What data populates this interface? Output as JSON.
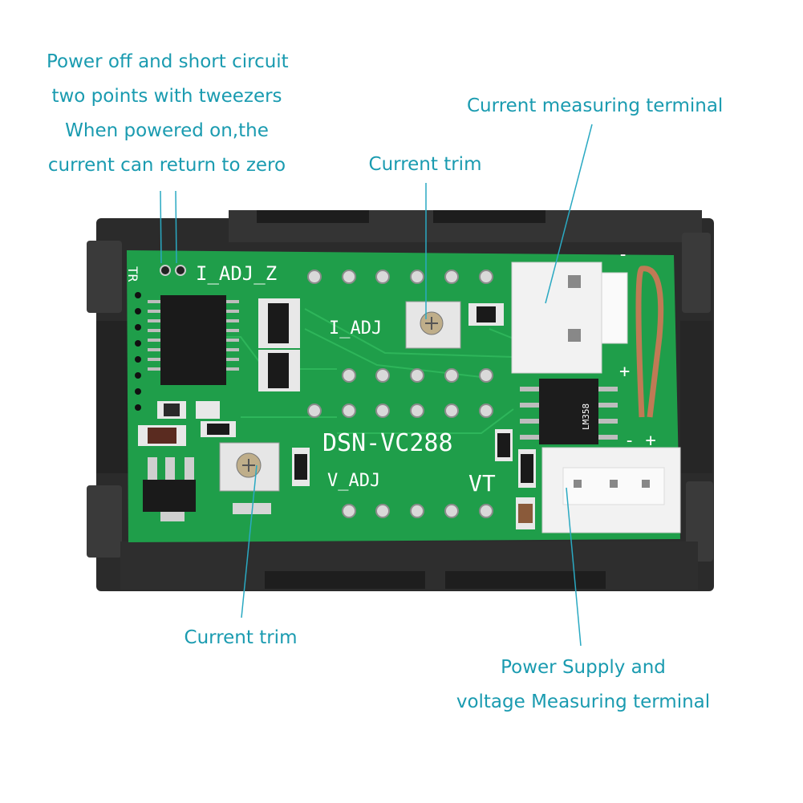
{
  "colors": {
    "annotation_text": "#1a9bb0",
    "leader_line": "#2aa9c2",
    "pcb_green": "#1f9e4a",
    "housing": "#2a2a2a",
    "connector_white": "#f0f0f0"
  },
  "annotations": {
    "zero_return": {
      "lines": [
        "Power off and short circuit",
        "two points with tweezers",
        "When powered on,the",
        "current can return to zero"
      ]
    },
    "current_trim_top": "Current trim",
    "current_measuring_terminal": "Current measuring terminal",
    "current_trim_bottom": "Current trim",
    "power_supply": {
      "lines": [
        "Power Supply and",
        "voltage Measuring terminal"
      ]
    }
  },
  "pcb_labels": {
    "i_adj_z": "I_ADJ_Z",
    "i_adj": "I_ADJ",
    "model": "DSN-VC288",
    "v_adj": "V_ADJ",
    "vt": "VT",
    "tr": "TR",
    "chip": "LM358",
    "plus_top": "+",
    "minus_top": "-",
    "minus_plus": "- +"
  }
}
